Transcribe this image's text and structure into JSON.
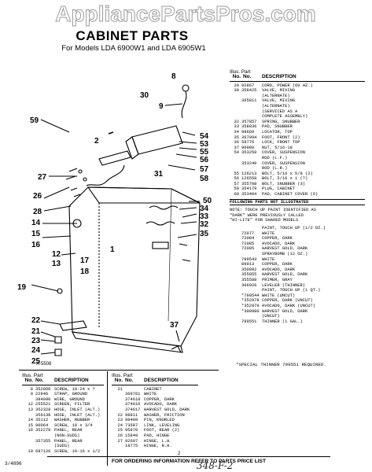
{
  "watermark": "AppliancePartsPros.com",
  "title": "CABINET PARTS",
  "subtitle": "For Models LDA 6900W1 and LDA 6905W1",
  "diagram": {
    "callouts": [
      "8",
      "9",
      "59",
      "27",
      "26",
      "28",
      "14",
      "15",
      "16",
      "12",
      "13",
      "17",
      "18",
      "1",
      "19",
      "22",
      "21",
      "23",
      "24",
      "25",
      "54",
      "53",
      "55",
      "56",
      "57",
      "58",
      "50",
      "34",
      "33",
      "32",
      "35",
      "30",
      "2",
      "37",
      "31"
    ],
    "drawing_code": "A-5508"
  },
  "right_table": {
    "header_top": "Illus. Part",
    "columns": [
      "No.",
      "No.",
      "DESCRIPTION"
    ],
    "rows": [
      {
        "no": "28",
        "part": "92867",
        "desc": "CORD, POWER (60 HZ.)"
      },
      {
        "no": "30",
        "part": "358425",
        "desc": "VALVE, MIXING"
      },
      {
        "no": "",
        "part": "",
        "desc": "(ALTERNATE)"
      },
      {
        "no": "",
        "part": "365811",
        "desc": "VALVE, MIXING"
      },
      {
        "no": "",
        "part": "",
        "desc": "(ALTERNATE)"
      },
      {
        "no": "",
        "part": "",
        "desc": "(SERVICED AS A"
      },
      {
        "no": "",
        "part": "",
        "desc": "COMPLETE ASSEMBLY)"
      },
      {
        "no": "32",
        "part": "357857",
        "desc": "SPRING, SNUBBER"
      },
      {
        "no": "33",
        "part": "358836",
        "desc": "PAD, SNUBBER"
      },
      {
        "no": "34",
        "part": "98669",
        "desc": "LOCATOR, TOP"
      },
      {
        "no": "35",
        "part": "367994",
        "desc": "FOOT, FRONT (2)"
      },
      {
        "no": "36",
        "part": "58776",
        "desc": "LOCK, FRONT TOP"
      },
      {
        "no": "37",
        "part": "90980",
        "desc": "NUT, 5/16-18"
      },
      {
        "no": "54",
        "part": "353250",
        "desc": "COVER, SUSPENSION"
      },
      {
        "no": "",
        "part": "",
        "desc": "ROD (L.F.)"
      },
      {
        "no": "",
        "part": "353249",
        "desc": "COVER, SUSPENSION"
      },
      {
        "no": "",
        "part": "",
        "desc": "ROD (L.R.)"
      },
      {
        "no": "55",
        "part": "126213",
        "desc": "BOLT, 5/16 x 5/8 (2)"
      },
      {
        "no": "56",
        "part": "126558",
        "desc": "BOLT, 5/16 x 1 (?)"
      },
      {
        "no": "57",
        "part": "355708",
        "desc": "BOLT, SNUBBER (3)"
      },
      {
        "no": "59",
        "part": "354179",
        "desc": "PLUG, CABINET"
      },
      {
        "no": "60",
        "part": "353404",
        "desc": "PAD, CABINET COVER (6)"
      }
    ],
    "following": "FOLLOWING PARTS NOT ILLUSTRATED",
    "note": [
      "NOTE: TOUCH UP PAINT IDENTIFIED AS",
      "\"DARK\" WERE PREVIOUSLY CALLED",
      "\"HI-LITE\" FOR SHADED MODELS"
    ],
    "rows2": [
      {
        "no": "",
        "part": "",
        "desc": "PAINT, TOUCH UP (1/2 OZ.)"
      },
      {
        "no": "",
        "part": "72077",
        "desc": "WHITE"
      },
      {
        "no": "",
        "part": "72084",
        "desc": "COPPER, DARK"
      },
      {
        "no": "",
        "part": "72085",
        "desc": "AVOCADO, DARK"
      },
      {
        "no": "",
        "part": "72095",
        "desc": "HARVEST GOLD, DARK"
      },
      {
        "no": "",
        "part": "",
        "desc": "SPRAYBOMB (12 OZ.)"
      },
      {
        "no": "",
        "part": "799543",
        "desc": "WHITE"
      },
      {
        "no": "",
        "part": "89913",
        "desc": "COPPER, DARK"
      },
      {
        "no": "",
        "part": "350092",
        "desc": "AVOCADO, DARK"
      },
      {
        "no": "",
        "part": "355855",
        "desc": "HARVEST GOLD, DARK"
      },
      {
        "no": "",
        "part": "355588",
        "desc": "PRIMER, GRAY"
      },
      {
        "no": "",
        "part": "306926",
        "desc": "LEVELER (THINNER)"
      },
      {
        "no": "",
        "part": "",
        "desc": "PAINT, TOUCH UP (1 QT.)"
      },
      {
        "no": "",
        "part": "*799544",
        "desc": "WHITE (UNCUT)"
      },
      {
        "no": "",
        "part": "*352978",
        "desc": "COPPER, DARK (UNCUT)"
      },
      {
        "no": "",
        "part": "*352979",
        "desc": "AVOCADO, DARK (UNCUT)"
      },
      {
        "no": "",
        "part": "*300980",
        "desc": "HARVEST GOLD, DARK"
      },
      {
        "no": "",
        "part": "",
        "desc": "(UNCUT)"
      },
      {
        "no": "",
        "part": "799551",
        "desc": "THINNER (1 GAL.)"
      }
    ],
    "special": "*SPECIAL THINNER 799551 REQUIRED."
  },
  "bottom_left_table": {
    "header_top": "Illus. Part",
    "columns": [
      "No.",
      "No.",
      "DESCRIPTION"
    ],
    "rows": [
      {
        "no": "8",
        "part": "352860",
        "desc": "SCREW, 10-24 x ?"
      },
      {
        "no": "9",
        "part": "22946",
        "desc": "STRAP, GROUND"
      },
      {
        "no": "",
        "part": "384090",
        "desc": "WIRE, GROUND"
      },
      {
        "no": "12",
        "part": "255521",
        "desc": "SCREEN, FILTER"
      },
      {
        "no": "13",
        "part": "352328",
        "desc": "HOSE, INLET (ALT.)"
      },
      {
        "no": "",
        "part": "356138",
        "desc": "HOSE, INLET (ALT.)"
      },
      {
        "no": "14",
        "part": "35112",
        "desc": "WASHER, RUBBER"
      },
      {
        "no": "15",
        "part": "90064",
        "desc": "SCREW, 10 x 3/4"
      },
      {
        "no": "16",
        "part": "352279",
        "desc": "PANEL, REAR"
      },
      {
        "no": "",
        "part": "",
        "desc": "(NON-SUDS)"
      },
      {
        "no": "",
        "part": "357355",
        "desc": "PANEL, REAR"
      },
      {
        "no": "",
        "part": "",
        "desc": "(SUDS)"
      },
      {
        "no": "19",
        "part": "687126",
        "desc": "SCREW, 10-16 x 1/2"
      }
    ]
  },
  "bottom_mid_table": {
    "header_top": "Illus. Part",
    "columns": [
      "No.",
      "No.",
      "DESCRIPTION"
    ],
    "rows": [
      {
        "no": "21",
        "part": "",
        "desc": "CABINET"
      },
      {
        "no": "",
        "part": "369761",
        "desc": "WHITE"
      },
      {
        "no": "",
        "part": "374618",
        "desc": "COPPER, DARK"
      },
      {
        "no": "",
        "part": "374616",
        "desc": "AVOCADO, DARK"
      },
      {
        "no": "",
        "part": "374617",
        "desc": "HARVEST GOLD, DARK"
      },
      {
        "no": "22",
        "part": "98811",
        "desc": "WASHER, FRICTION"
      },
      {
        "no": "23",
        "part": "98489",
        "desc": "PIN, KNURLED"
      },
      {
        "no": "24",
        "part": "73587",
        "desc": "LINK, LEVELING"
      },
      {
        "no": "25",
        "part": "95870",
        "desc": "FOOT, REAR (2)"
      },
      {
        "no": "26",
        "part": "15849",
        "desc": "PAD, HINGE"
      },
      {
        "no": "27",
        "part": "92697",
        "desc": "HINGE, L.H."
      },
      {
        "no": "",
        "part": "18775",
        "desc": "HINGE, R.H."
      }
    ]
  },
  "footer": "FOR ORDERING INFORMATION REFER TO PARTS PRICE LIST",
  "page_number": "2",
  "bottom_code": "3/4896",
  "handwritten": "348-F-2"
}
